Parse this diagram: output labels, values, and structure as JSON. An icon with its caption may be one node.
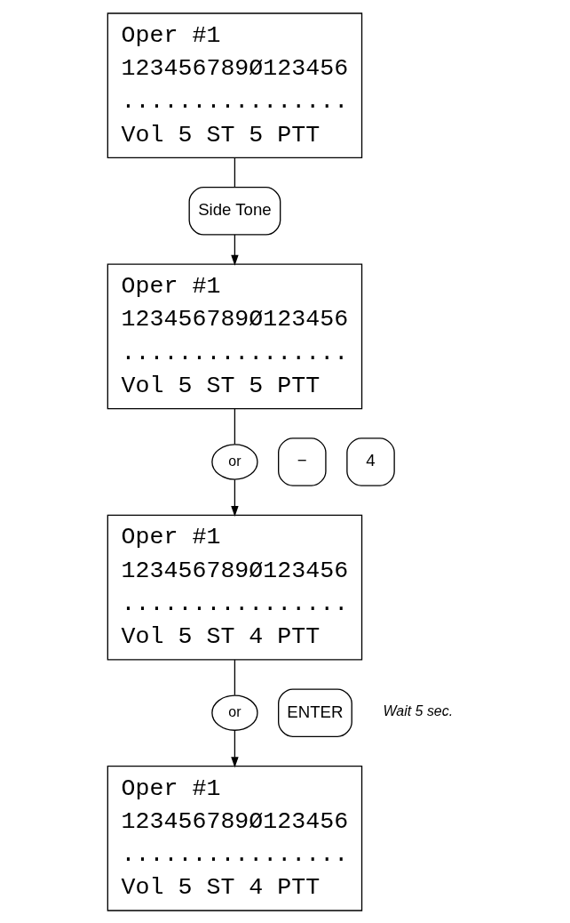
{
  "diagram": {
    "nodes": [
      {
        "text": [
          "Oper #1",
          "123456789Ø123456",
          "................",
          "Vol 5 ST 5 PTT"
        ]
      },
      {
        "text": [
          "Side Tone"
        ]
      },
      {
        "text": [
          "Oper #1",
          "123456789Ø123456",
          "................",
          "Vol 5 ST 5 PTT"
        ]
      },
      {
        "text": [
          "−"
        ]
      },
      {
        "text": [
          "or"
        ]
      },
      {
        "text": [
          "4"
        ]
      },
      {
        "text": [
          "Oper #1",
          "123456789Ø123456",
          "................",
          "Vol 5 ST 4 PTT"
        ]
      },
      {
        "text": [
          "ENTER"
        ]
      },
      {
        "text": [
          "or"
        ]
      },
      {
        "text": [
          "Oper #1",
          "123456789Ø123456",
          "................",
          "Vol 5 ST 4 PTT"
        ]
      }
    ],
    "edges": [
      {
        "from": 0,
        "to": 1,
        "arrow": "none"
      },
      {
        "from": 1,
        "to": 2,
        "arrow": "to"
      },
      {
        "from": 2,
        "to": 4,
        "arrow": "none"
      },
      {
        "from": 4,
        "to": 6,
        "arrow": "to"
      },
      {
        "from": 6,
        "to": 8,
        "arrow": "none"
      },
      {
        "from": 8,
        "to": 9,
        "arrow": "to"
      }
    ],
    "labels": [
      "Wait 5 sec."
    ]
  }
}
